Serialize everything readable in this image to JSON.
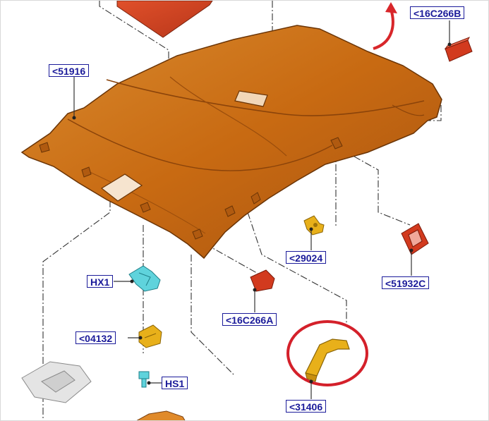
{
  "diagram": {
    "parts": [
      {
        "id": "headliner",
        "label": "<51916"
      },
      {
        "id": "pad-b",
        "label": "<16C266B"
      },
      {
        "id": "clip-yellow",
        "label": "<29024"
      },
      {
        "id": "bezel",
        "label": "<51932C"
      },
      {
        "id": "clip-cyan",
        "label": "HX1"
      },
      {
        "id": "pad-a",
        "label": "<16C266A"
      },
      {
        "id": "retainer",
        "label": "<04132"
      },
      {
        "id": "screw",
        "label": "HS1"
      },
      {
        "id": "grab-handle",
        "label": "<31406"
      }
    ],
    "highlighted_part": "grab-handle",
    "colors": {
      "headliner": "#c86a12",
      "headliner_dark": "#8a430a",
      "pad_red": "#d23a1e",
      "clip_yellow": "#e8b01a",
      "clip_cyan": "#5fd3dc",
      "label_blue": "#1b1b9a",
      "highlight_ring": "#d4202a",
      "leader": "#333333"
    }
  }
}
